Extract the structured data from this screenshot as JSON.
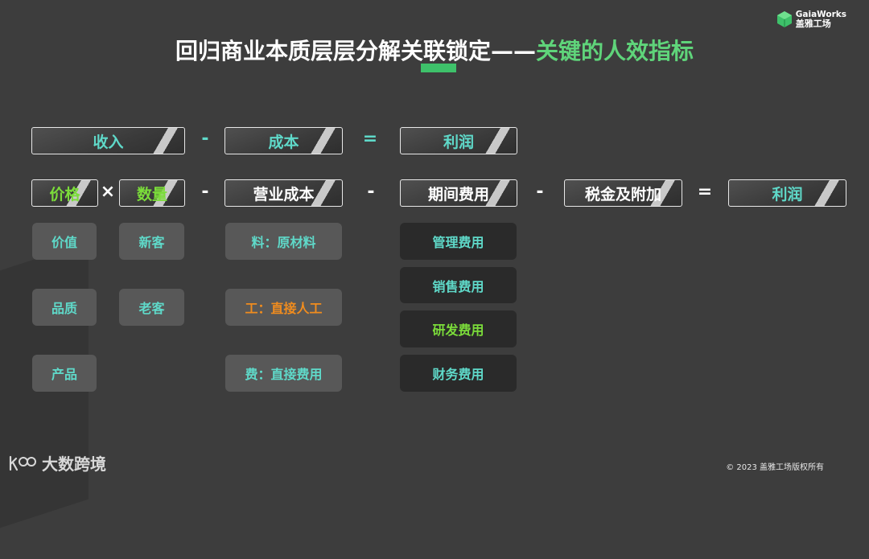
{
  "logo": {
    "line1": "GaiaWorks",
    "line2": "盖雅工场",
    "icon": "leaf-cube-icon"
  },
  "title": {
    "main": "回归商业本质层层分解关联锁定——",
    "accent": "关键的人效指标"
  },
  "row1": {
    "revenue": "收入",
    "minus": "-",
    "cost": "成本",
    "equals": "=",
    "profit": "利润"
  },
  "row2": {
    "price": "价格",
    "times": "×",
    "quantity": "数量",
    "minus1": "-",
    "operating_cost": "营业成本",
    "minus2": "-",
    "period_expense": "期间费用",
    "minus3": "-",
    "tax": "税金及附加",
    "equals": "=",
    "profit": "利润"
  },
  "price_items": [
    "价值",
    "品质",
    "产品"
  ],
  "quantity_items": [
    "新客",
    "老客"
  ],
  "cost_items": [
    "料：原材料",
    "工：直接人工",
    "费：直接费用"
  ],
  "expense_items": [
    "管理费用",
    "销售费用",
    "研发费用",
    "财务费用"
  ],
  "footer": {
    "brand": "大数跨境",
    "brand_icon": "kb-logo-icon",
    "copyright": "© 2023 盖雅工场版权所有"
  }
}
